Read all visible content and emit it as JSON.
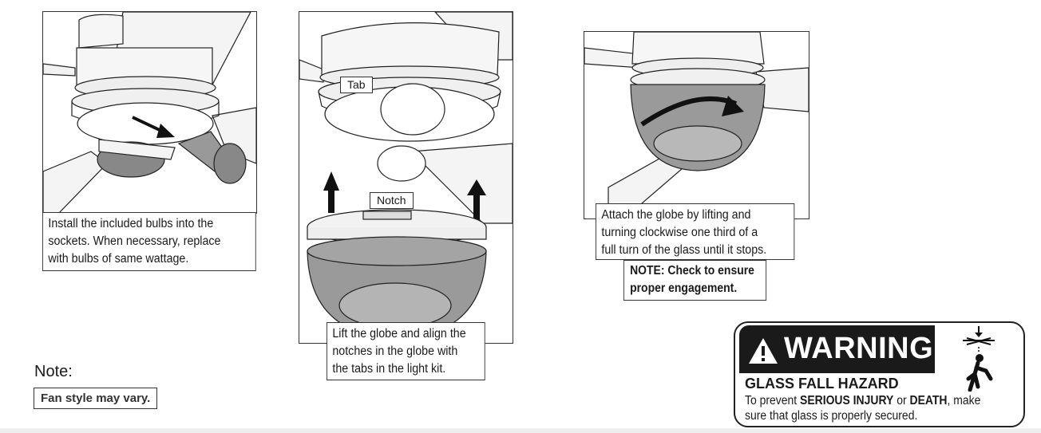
{
  "step1": {
    "caption": [
      "Install the included bulbs into the",
      "sockets. When necessary, replace",
      "with bulbs of same wattage."
    ]
  },
  "step2": {
    "tab_label": "Tab",
    "notch_label": "Notch",
    "caption": [
      "Lift the globe and align the",
      "notches in the globe with",
      "the tabs in the light kit."
    ]
  },
  "step3": {
    "caption": [
      "Attach the globe by lifting and",
      "turning clockwise one third of a",
      "full turn of the glass until it stops."
    ],
    "note": [
      "NOTE: Check to ensure",
      "proper engagement."
    ]
  },
  "note": {
    "title": "Note:",
    "text": "Fan style may vary."
  },
  "warning": {
    "heading": "WARNING",
    "hazard": "GLASS FALL HAZARD",
    "line1_a": "To prevent ",
    "line1_b": "SERIOUS INJURY",
    "line1_c": " or ",
    "line1_d": "DEATH",
    "line1_e": ", make",
    "line2": "sure that glass is properly secured.",
    "icon": "person-falling-glass-icon"
  }
}
